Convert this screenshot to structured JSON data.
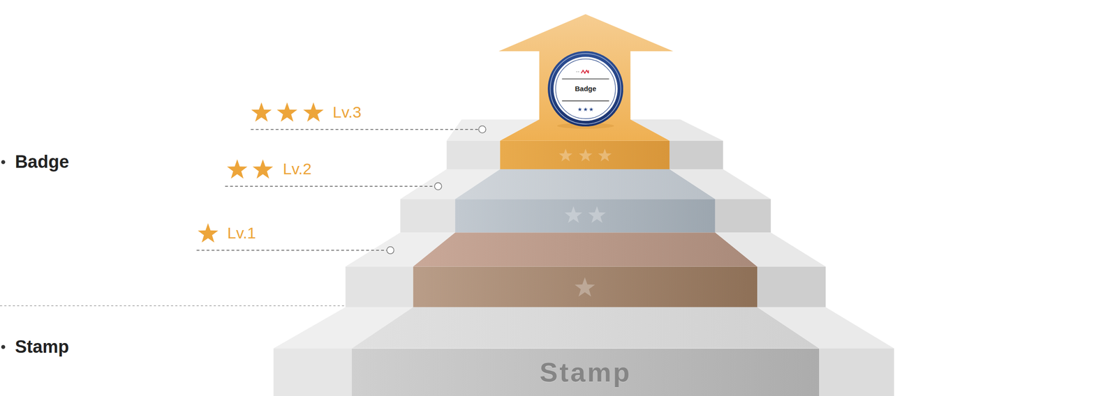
{
  "diagram": {
    "nodes": [
      {
        "text": [
          "Badge"
        ]
      },
      {
        "text": [
          "Stamp"
        ]
      }
    ],
    "labels": [
      "Badge",
      "Stamp",
      "Lv.3",
      "Lv.2",
      "Lv.1"
    ]
  }
}
